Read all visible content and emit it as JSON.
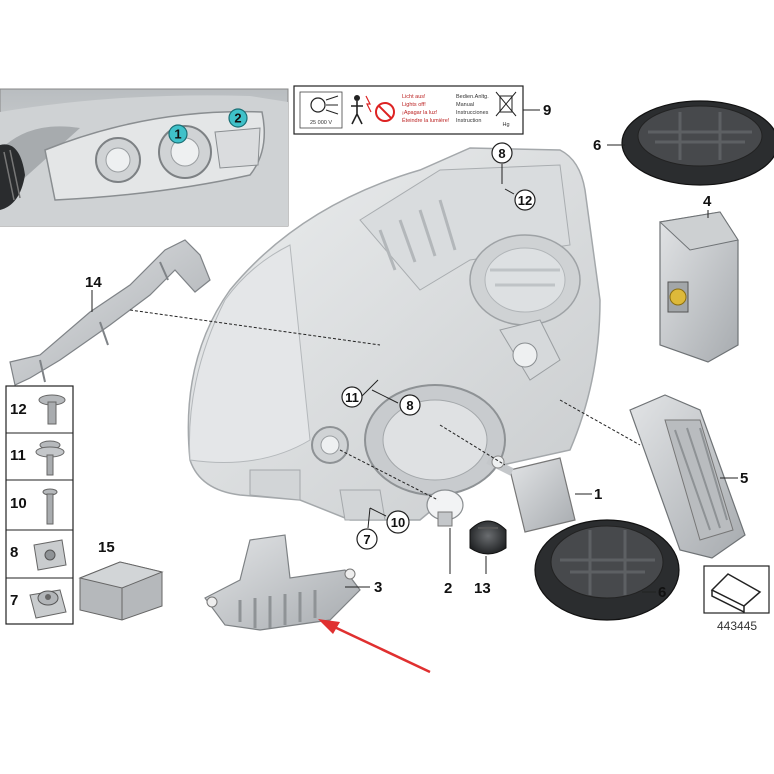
{
  "callouts": {
    "c1": "1",
    "c2": "2",
    "c3": "3",
    "c4": "4",
    "c5": "5",
    "c6a": "6",
    "c6b": "6",
    "c7": "7",
    "c8": "8",
    "c9": "9",
    "c10": "10",
    "c11": "11",
    "c12": "12",
    "c13": "13",
    "c14": "14",
    "c15": "15"
  },
  "inset": {
    "marker1": "1",
    "marker2": "2"
  },
  "sidebar": {
    "items": [
      {
        "label": "12"
      },
      {
        "label": "11"
      },
      {
        "label": "10"
      },
      {
        "label": "8"
      },
      {
        "label": "7"
      }
    ]
  },
  "warning_label": {
    "lines": [
      "Licht aus!",
      "Lights off!",
      "¡Apagar la luz!",
      "Éteindre la lumière!"
    ],
    "manual_lines": [
      "Bedien.Anltg.",
      "Manual",
      "Instrucciones",
      "Instruction"
    ],
    "voltage": "25 000 V",
    "hg": "Hg"
  },
  "reference_number": "443445",
  "colors": {
    "accent_marker": "#3fc1c9",
    "arrow_red": "#e03030",
    "part_gray": "#d6d8da",
    "dark_part": "#333333"
  },
  "icons": [
    "headlight-assembly",
    "car-front-inset",
    "arrow-indicator",
    "warning-sticker"
  ]
}
